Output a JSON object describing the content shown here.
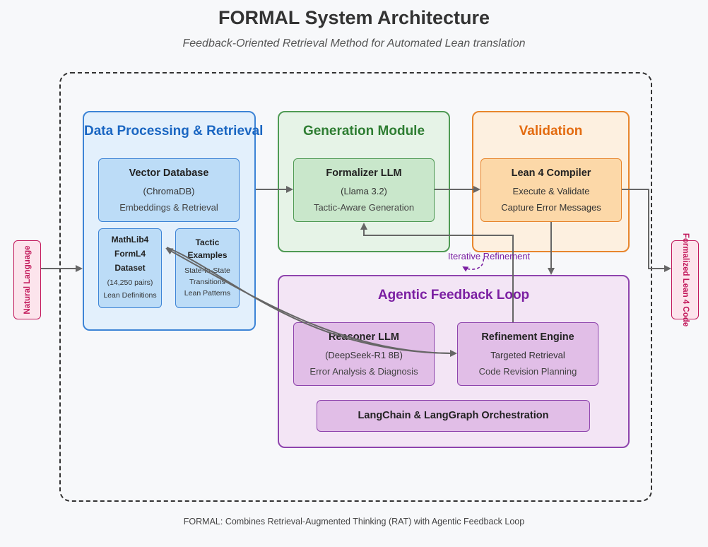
{
  "header": {
    "title": "FORMAL System Architecture",
    "subtitle": "Feedback-Oriented Retrieval Method for Automated Lean translation"
  },
  "footer": "FORMAL: Combines Retrieval-Augmented Thinking (RAT) with Agentic Feedback Loop",
  "input_label": "Natural Language",
  "output_label": "Formalized Lean 4 Code",
  "panels": {
    "data_processing": {
      "title": "Data Processing & Retrieval",
      "vector_db": {
        "title": "Vector Database",
        "line1": "(ChromaDB)",
        "line2": "Embeddings & Retrieval"
      },
      "mathlib": {
        "line1": "MathLib4",
        "line2": "FormL4",
        "line3": "Dataset",
        "line4": "(14,250 pairs)",
        "line5": "Lean Definitions"
      },
      "tactic": {
        "line1": "Tactic",
        "line2": "Examples",
        "line3": "State-to-State",
        "line4": "Transitions",
        "line5": "Lean Patterns"
      }
    },
    "generation": {
      "title": "Generation Module",
      "formalizer": {
        "title": "Formalizer LLM",
        "line1": "(Llama 3.2)",
        "line2": "Tactic-Aware Generation"
      }
    },
    "validation": {
      "title": "Validation",
      "compiler": {
        "title": "Lean 4 Compiler",
        "line1": "Execute & Validate",
        "line2": "Capture Error Messages"
      }
    },
    "agentic": {
      "title": "Agentic Feedback Loop",
      "reasoner": {
        "title": "Reasoner LLM",
        "line1": "(DeepSeek-R1 8B)",
        "line2": "Error Analysis & Diagnosis"
      },
      "refinement": {
        "title": "Refinement Engine",
        "line1": "Targeted Retrieval",
        "line2": "Code Revision Planning"
      },
      "orchestration": "LangChain & LangGraph Orchestration"
    }
  },
  "loop_label": "Iterative Refinement",
  "colors": {
    "arrow": "#666666",
    "loop_arrow": "#7b1fa2",
    "blue": "#3d84d6",
    "green": "#4f9a54",
    "orange": "#e8862d",
    "purple": "#8e44ad",
    "pink": "#c2185b"
  }
}
